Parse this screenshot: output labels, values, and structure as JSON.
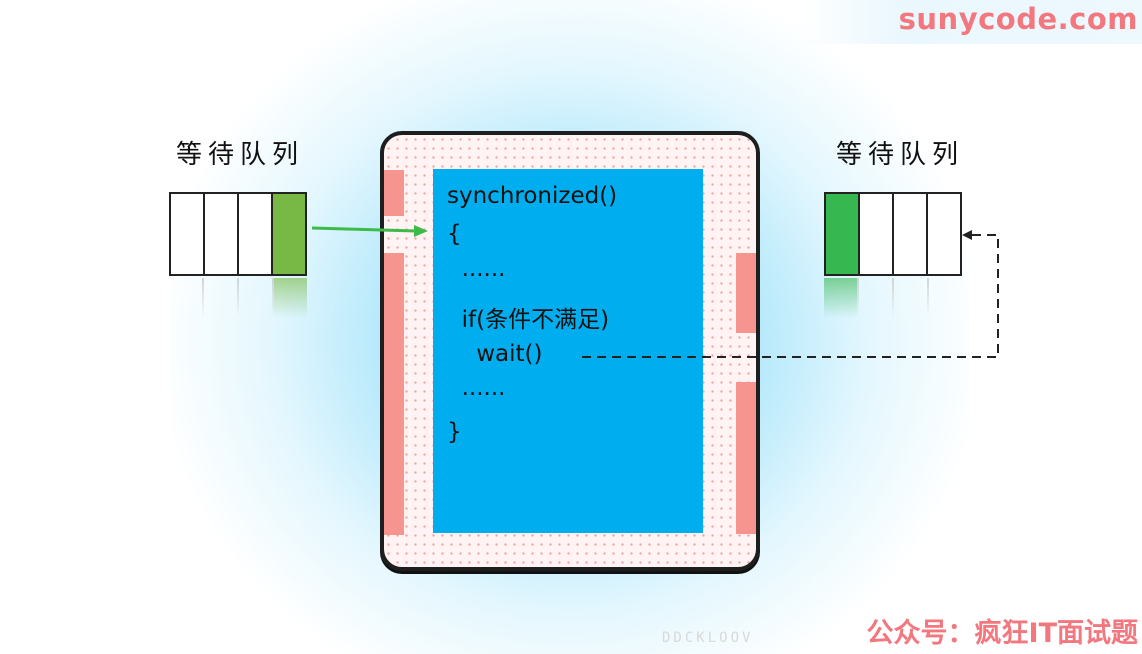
{
  "brand": "sunycode.com",
  "left_queue": {
    "title": "等待队列",
    "cells": 4,
    "highlight_index": 3,
    "highlight_color": "#77b944"
  },
  "right_queue": {
    "title": "等待队列",
    "cells": 4,
    "highlight_index": 0,
    "highlight_color": "#37b750"
  },
  "code": [
    "synchronized()",
    "{",
    "  ......",
    "  if(条件不满足)",
    "    wait()",
    "  ......",
    "}"
  ],
  "colors": {
    "code_panel": "#00aeef",
    "monitor_bars": "#f6958f",
    "enter_arrow": "#3cba4a",
    "wait_arrow": "#222222",
    "watermark": "#f2777e"
  },
  "footer": "公众号：疯狂IT面试题",
  "faint_watermark": "DDCKLOOV"
}
